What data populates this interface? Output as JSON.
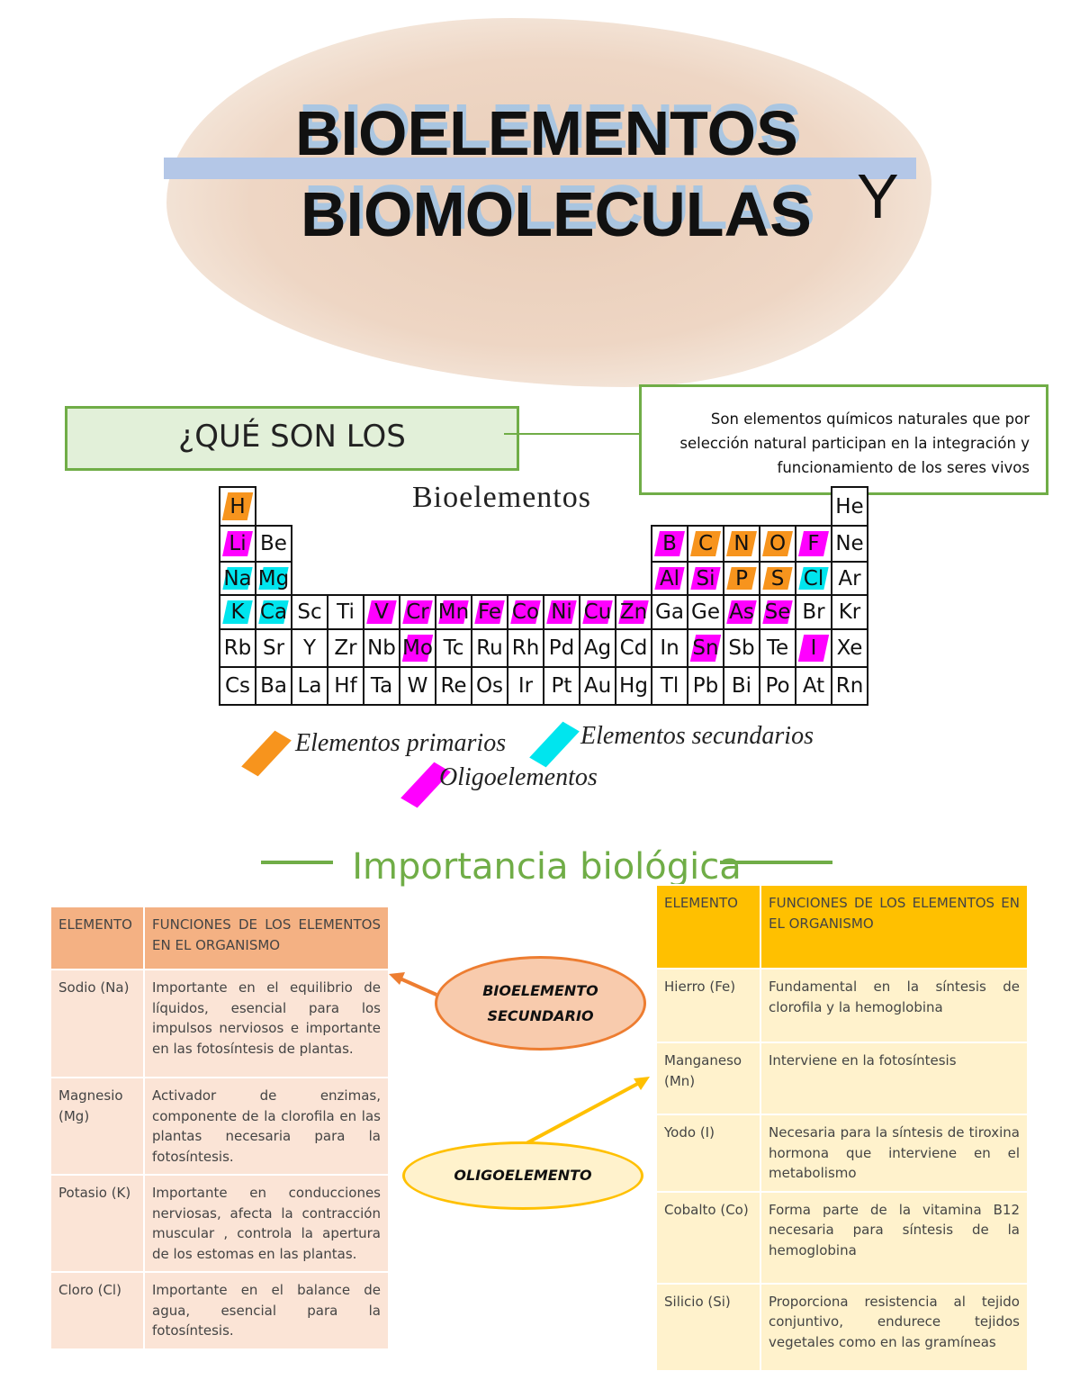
{
  "title": {
    "line1": "BIOELEMENTOS",
    "line2": "BIOMOLECULAS",
    "conj": "Y"
  },
  "question": "¿QUÉ SON LOS BIOELEMENTOS?",
  "definition": "Son elementos químicos naturales que por selección natural participan en la integración y funcionamiento de los seres vivos",
  "periodic_table": {
    "heading": "Bioelementos",
    "colors": {
      "primario": "#f7941d",
      "secundario": "#00e5ee",
      "oligo": "#ff00ff"
    },
    "rows": [
      [
        "H",
        "",
        "",
        "",
        "",
        "",
        "",
        "",
        "",
        "",
        "",
        "",
        "",
        "",
        "",
        "",
        "",
        "He"
      ],
      [
        "Li",
        "Be",
        "",
        "",
        "",
        "",
        "",
        "",
        "",
        "",
        "",
        "",
        "B",
        "C",
        "N",
        "O",
        "F",
        "Ne"
      ],
      [
        "Na",
        "Mg",
        "",
        "",
        "",
        "",
        "",
        "",
        "",
        "",
        "",
        "",
        "Al",
        "Si",
        "P",
        "S",
        "Cl",
        "Ar"
      ],
      [
        "K",
        "Ca",
        "Sc",
        "Ti",
        "V",
        "Cr",
        "Mn",
        "Fe",
        "Co",
        "Ni",
        "Cu",
        "Zn",
        "Ga",
        "Ge",
        "As",
        "Se",
        "Br",
        "Kr"
      ],
      [
        "Rb",
        "Sr",
        "Y",
        "Zr",
        "Nb",
        "Mo",
        "Tc",
        "Ru",
        "Rh",
        "Pd",
        "Ag",
        "Cd",
        "In",
        "Sn",
        "Sb",
        "Te",
        "I",
        "Xe"
      ],
      [
        "Cs",
        "Ba",
        "La",
        "Hf",
        "Ta",
        "W",
        "Re",
        "Os",
        "Ir",
        "Pt",
        "Au",
        "Hg",
        "Tl",
        "Pb",
        "Bi",
        "Po",
        "At",
        "Rn"
      ]
    ],
    "primarios": [
      "H",
      "C",
      "N",
      "O",
      "P",
      "S"
    ],
    "secundarios": [
      "Na",
      "Mg",
      "K",
      "Ca",
      "Cl"
    ],
    "oligoelementos": [
      "Li",
      "B",
      "F",
      "Al",
      "Si",
      "V",
      "Cr",
      "Mn",
      "Fe",
      "Co",
      "Ni",
      "Cu",
      "Zn",
      "As",
      "Se",
      "Mo",
      "Sn",
      "I"
    ]
  },
  "legend": {
    "primarios": "Elementos primarios",
    "secundarios": "Elementos secundarios",
    "oligo": "Oligoelementos"
  },
  "importancia": "Importancia biológica",
  "callouts": {
    "secundario": "BIOELEMENTO SECUNDARIO",
    "oligo": "OLIGOELEMENTO"
  },
  "table_left": {
    "headers": [
      "ELEMENTO",
      "FUNCIONES DE LOS ELEMENTOS EN EL ORGANISMO"
    ],
    "rows": [
      [
        "Sodio (Na)",
        "Importante en el equilibrio de líquidos, esencial para los impulsos nerviosos e importante en las fotosíntesis de plantas."
      ],
      [
        "Magnesio (Mg)",
        "Activador de enzimas, componente de la clorofila en las plantas necesaria para la fotosíntesis."
      ],
      [
        "Potasio (K)",
        "Importante en conducciones nerviosas, afecta la contracción muscular , controla la apertura de los estomas en las plantas."
      ],
      [
        "Cloro (Cl)",
        "Importante en el balance de agua, esencial para la fotosíntesis."
      ]
    ]
  },
  "table_right": {
    "headers": [
      "ELEMENTO",
      "FUNCIONES DE LOS ELEMENTOS EN EL ORGANISMO"
    ],
    "rows": [
      [
        "Hierro (Fe)",
        "Fundamental en la síntesis de clorofila y la hemoglobina"
      ],
      [
        "Manganeso (Mn)",
        "Interviene en la fotosíntesis"
      ],
      [
        "Yodo (I)",
        "Necesaria para la síntesis de tiroxina hormona que interviene en el metabolismo"
      ],
      [
        "Cobalto (Co)",
        "Forma parte de la vitamina B12 necesaria para síntesis de la hemoglobina"
      ],
      [
        "Silicio (Si)",
        "Proporciona resistencia al tejido conjuntivo, endurece tejidos vegetales como en las gramíneas"
      ]
    ]
  }
}
